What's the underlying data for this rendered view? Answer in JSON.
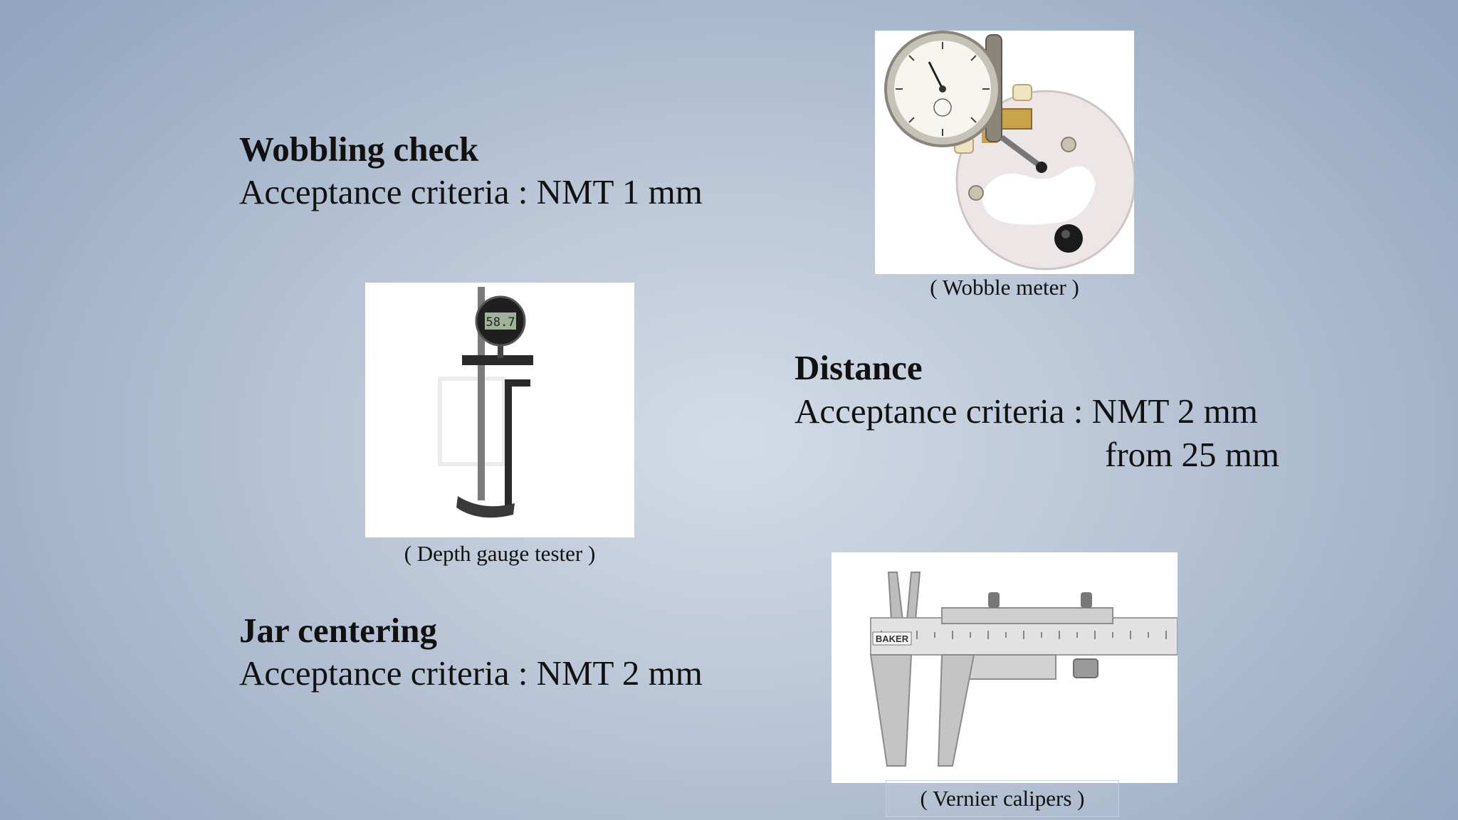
{
  "sections": {
    "wobbling": {
      "heading": "Wobbling check",
      "criteria": "Acceptance criteria : NMT 1 mm"
    },
    "distance": {
      "heading": "Distance",
      "criteria": "Acceptance criteria : NMT 2 mm",
      "criteria_cont": "from 25 mm"
    },
    "jar": {
      "heading": "Jar centering",
      "criteria": "Acceptance criteria : NMT 2 mm"
    }
  },
  "images": {
    "wobble_meter": {
      "caption": "( Wobble meter )",
      "icon": "wobble-meter-photo"
    },
    "depth_gauge": {
      "caption": "( Depth gauge tester )",
      "icon": "depth-gauge-photo",
      "display": "58.7"
    },
    "vernier": {
      "caption": "( Vernier calipers )",
      "icon": "vernier-calipers-photo",
      "brand": "BAKER"
    }
  }
}
